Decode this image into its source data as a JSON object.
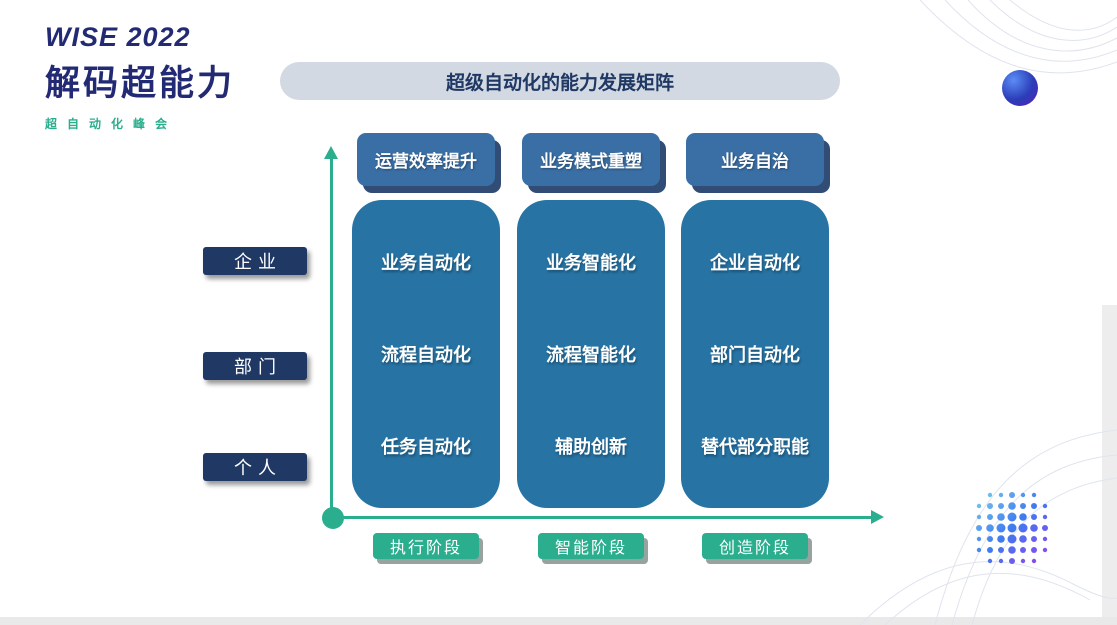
{
  "brand": {
    "logo": "WISE 2022",
    "title": "解码超能力",
    "subtitle": "超自动化峰会"
  },
  "header": {
    "title": "超级自动化的能力发展矩阵"
  },
  "y_axis": {
    "labels": [
      "企业",
      "部门",
      "个人"
    ]
  },
  "columns": [
    {
      "header": "运营效率提升",
      "items": [
        "业务自动化",
        "流程自动化",
        "任务自动化"
      ],
      "stage": "执行阶段"
    },
    {
      "header": "业务模式重塑",
      "items": [
        "业务智能化",
        "流程智能化",
        "辅助创新"
      ],
      "stage": "智能阶段"
    },
    {
      "header": "业务自治",
      "items": [
        "企业自动化",
        "部门自动化",
        "替代部分职能"
      ],
      "stage": "创造阶段"
    }
  ],
  "icons": {
    "top_right": "gradient-sphere-icon",
    "bottom_right": "dotted-sphere-icon"
  },
  "colors": {
    "navy": "#1F3864",
    "brand_indigo": "#232A74",
    "teal": "#2BAE8E",
    "column_blue": "#2673A4",
    "header_blue": "#3A6FA5",
    "title_bg": "#D3D9E2"
  }
}
